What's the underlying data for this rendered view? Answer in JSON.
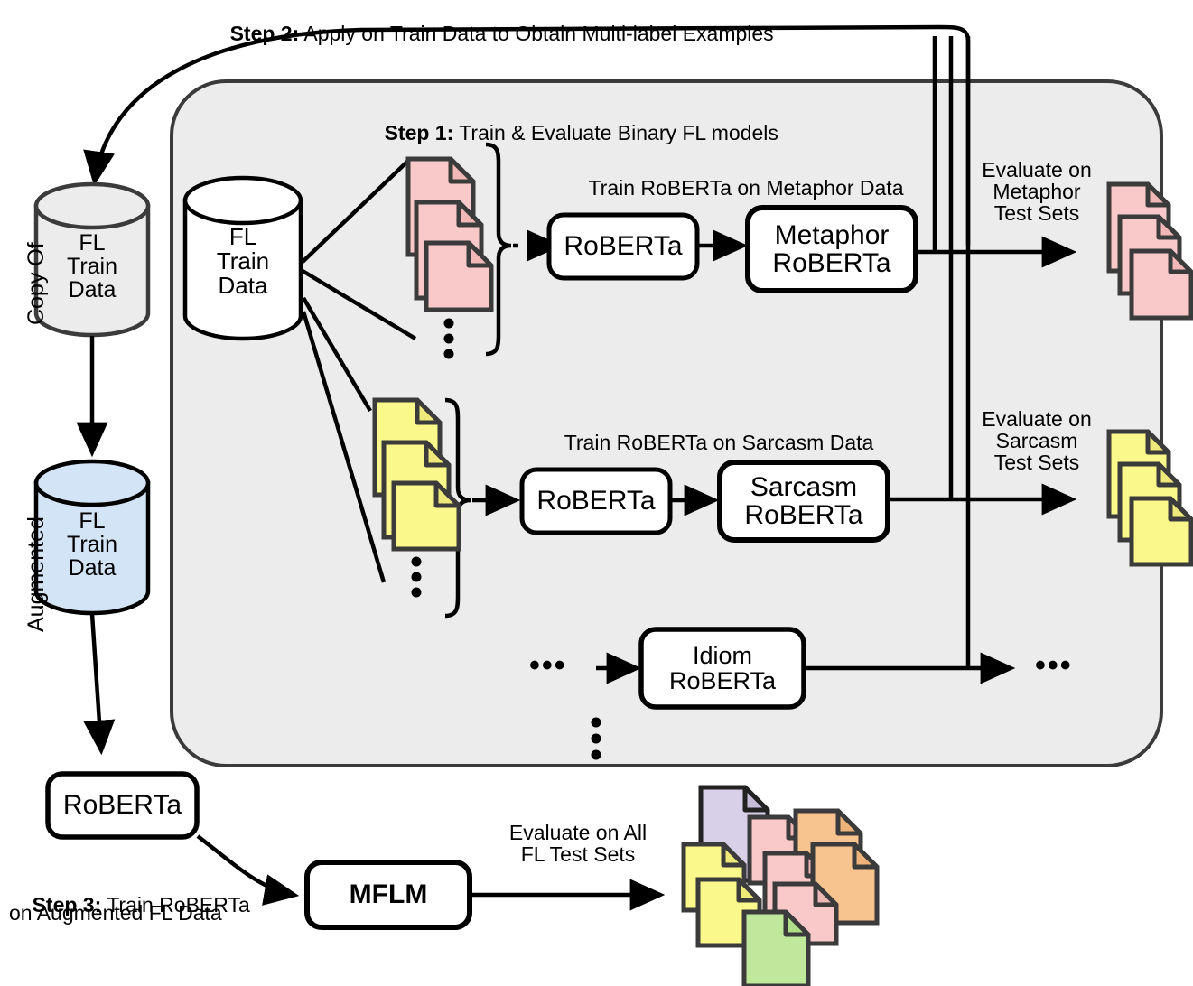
{
  "figure": {
    "title_step2": {
      "bold": "Step 2:",
      "rest": " Apply on Train Data to Obtain Multi-label Examples"
    },
    "title_step1": {
      "bold": "Step 1:",
      "rest": " Train & Evaluate Binary FL models"
    },
    "title_step3": {
      "bold": "Step 3:",
      "rest": " Train RoBERTa",
      "line2": "on Augmented FL Data"
    }
  },
  "side_labels": {
    "copy_of": "Copy Of",
    "augmented": "Augmented"
  },
  "databases": [
    {
      "id": "copy-fl-train-data",
      "lines": "FL\nTrain\nData",
      "fill": "#ececec"
    },
    {
      "id": "fl-train-data",
      "lines": "FL\nTrain\nData",
      "fill": "#ffffff"
    },
    {
      "id": "augmented-fl-train-data",
      "lines": "FL\nTrain\nData",
      "fill": "#d4e4f7"
    }
  ],
  "pipelines": [
    {
      "id": "metaphor",
      "doc_color": "#f9c8c8",
      "train_caption": "Train RoBERTa on Metaphor Data",
      "base_model": "RoBERTa",
      "trained_model": "Metaphor\nRoBERTa",
      "eval_caption": "Evaluate on\nMetaphor\nTest Sets"
    },
    {
      "id": "sarcasm",
      "doc_color": "#faf88a",
      "train_caption": "Train RoBERTa on Sarcasm Data",
      "base_model": "RoBERTa",
      "trained_model": "Sarcasm\nRoBERTa",
      "eval_caption": "Evaluate on\nSarcasm\nTest Sets"
    },
    {
      "id": "idiom",
      "doc_color": null,
      "train_caption": "",
      "base_model": "",
      "trained_model": "Idiom\nRoBERTa",
      "eval_caption": ""
    }
  ],
  "ellipsis": {
    "horizontal_left": "•••",
    "horizontal_right": "•••"
  },
  "bottom": {
    "roberta_box": "RoBERTa",
    "mflm_box": "MFLM",
    "eval_caption": "Evaluate on All\nFL Test Sets"
  },
  "colors": {
    "panel_fill": "#ececec",
    "panel_stroke": "#3b3b3b",
    "doc_metaphor": "#f9c8c8",
    "doc_sarcasm": "#faf88a",
    "doc_purple": "#d8cfe8",
    "doc_pink": "#f9c8c8",
    "doc_orange": "#f7c38f",
    "doc_green": "#c0e89a",
    "doc_yellow": "#faf88a",
    "doc_stroke": "#3b3b3b",
    "db_copy": "#ececec",
    "db_plain": "#ffffff",
    "db_augmented": "#d4e4f7",
    "line": "#000000"
  },
  "result_docs_all": [
    {
      "color": "#d8cfe8"
    },
    {
      "color": "#f9c8c8"
    },
    {
      "color": "#f7c38f"
    },
    {
      "color": "#faf88a"
    },
    {
      "color": "#f9c8c8"
    },
    {
      "color": "#f7c38f"
    },
    {
      "color": "#faf88a"
    },
    {
      "color": "#f9c8c8"
    },
    {
      "color": "#c0e89a"
    }
  ]
}
